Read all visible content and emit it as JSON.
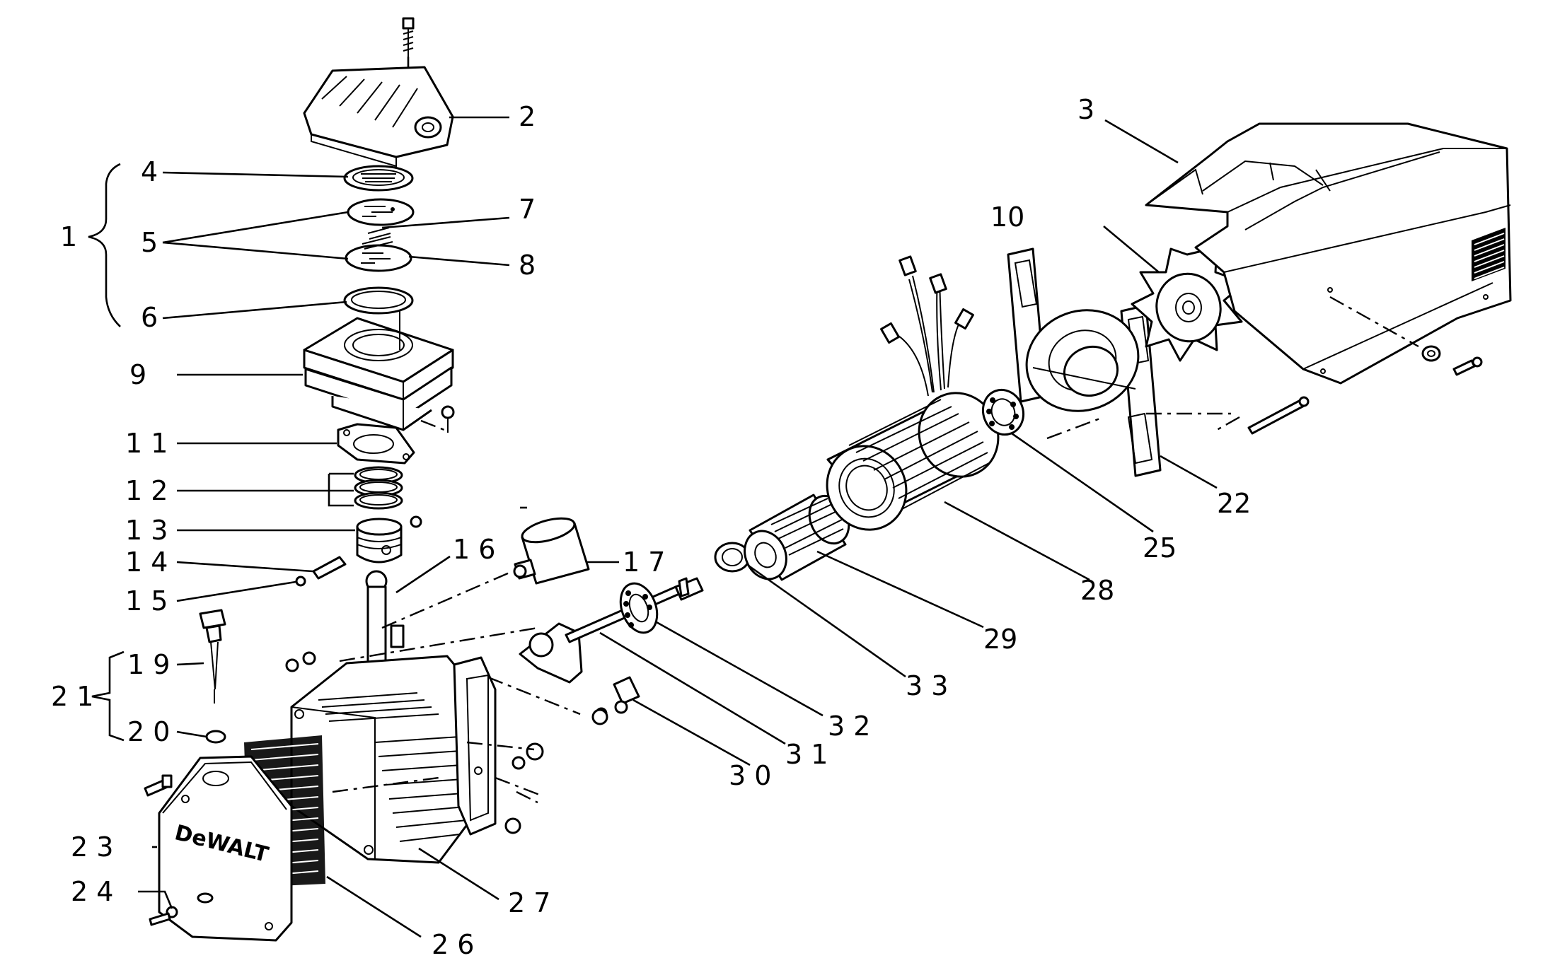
{
  "diagram": {
    "callouts": {
      "c1": "1",
      "c2": "2",
      "c3": "3",
      "c4": "4",
      "c5": "5",
      "c6": "6",
      "c7": "7",
      "c8": "8",
      "c9": "9",
      "c10": "10",
      "c11": "1 1",
      "c12": "1 2",
      "c13": "1 3",
      "c14": "1 4",
      "c15": "1 5",
      "c16": "1 6",
      "c17": "1 7",
      "c19": "1 9",
      "c20": "2 0",
      "c21": "2 1",
      "c22": "22",
      "c23": "2 3",
      "c24": "2 4",
      "c25": "25",
      "c26": "2 6",
      "c27": "2 7",
      "c28": "28",
      "c29": "29",
      "c30": "3 0",
      "c31": "3 1",
      "c32": "3 2",
      "c33": "3 3"
    },
    "logo_text": "DeWALT"
  }
}
